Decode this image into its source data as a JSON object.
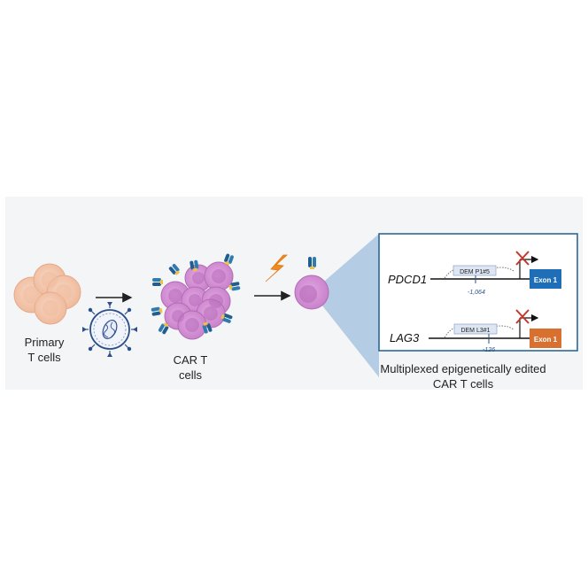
{
  "labels": {
    "primary_line1": "Primary",
    "primary_line2": "T cells",
    "cart_line1": "CAR T",
    "cart_line2": "cells",
    "output_line1": "Multiplexed epigenetically edited",
    "output_line2": "CAR T cells"
  },
  "inset": {
    "gene1": {
      "name": "PDCD1",
      "dem_label": "DEM P1#5",
      "position": "-1,064",
      "exon_label": "Exon 1",
      "exon_color": "#1f6fb8"
    },
    "gene2": {
      "name": "LAG3",
      "dem_label": "DEM L3#1",
      "position": "-126",
      "exon_label": "Exon 1",
      "exon_color": "#d8702f"
    }
  },
  "colors": {
    "panel_background": "#f4f5f7",
    "t_cell": "#f5c9b0",
    "car_t_cell": "#d48fd4",
    "receptor": "#1f5e8f",
    "lightning": "#f08a1c",
    "inset_border": "#1f5e8f",
    "blocked_x": "#c0392b"
  },
  "icons": [
    "t-cell-cluster",
    "lentivirus-icon",
    "car-t-cluster",
    "lightning-icon",
    "single-car-t-cell",
    "magnify-cone"
  ]
}
